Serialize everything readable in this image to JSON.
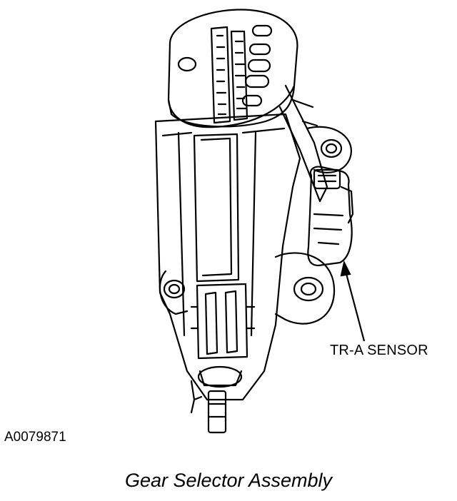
{
  "callout_label": "TR-A SENSOR",
  "figure_id": "A0079871",
  "caption": "Gear Selector Assembly",
  "colors": {
    "line": "#000000",
    "background": "#ffffff"
  }
}
